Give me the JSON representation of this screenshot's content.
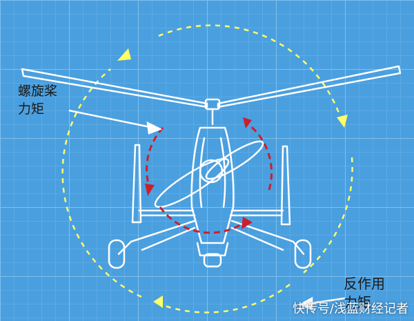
{
  "labels": {
    "propeller_torque_line1": "螺旋桨",
    "propeller_torque_line2": "力矩",
    "reaction_torque_line1": "反作用",
    "reaction_torque_line2": "力矩"
  },
  "watermark": "快传号/浅蓝财经记者",
  "colors": {
    "background": "#4a9fdf",
    "grid": "#6db4ea",
    "outline": "#ffffff",
    "outer_circle": "#ffff66",
    "inner_circle": "#cc1f2a"
  }
}
